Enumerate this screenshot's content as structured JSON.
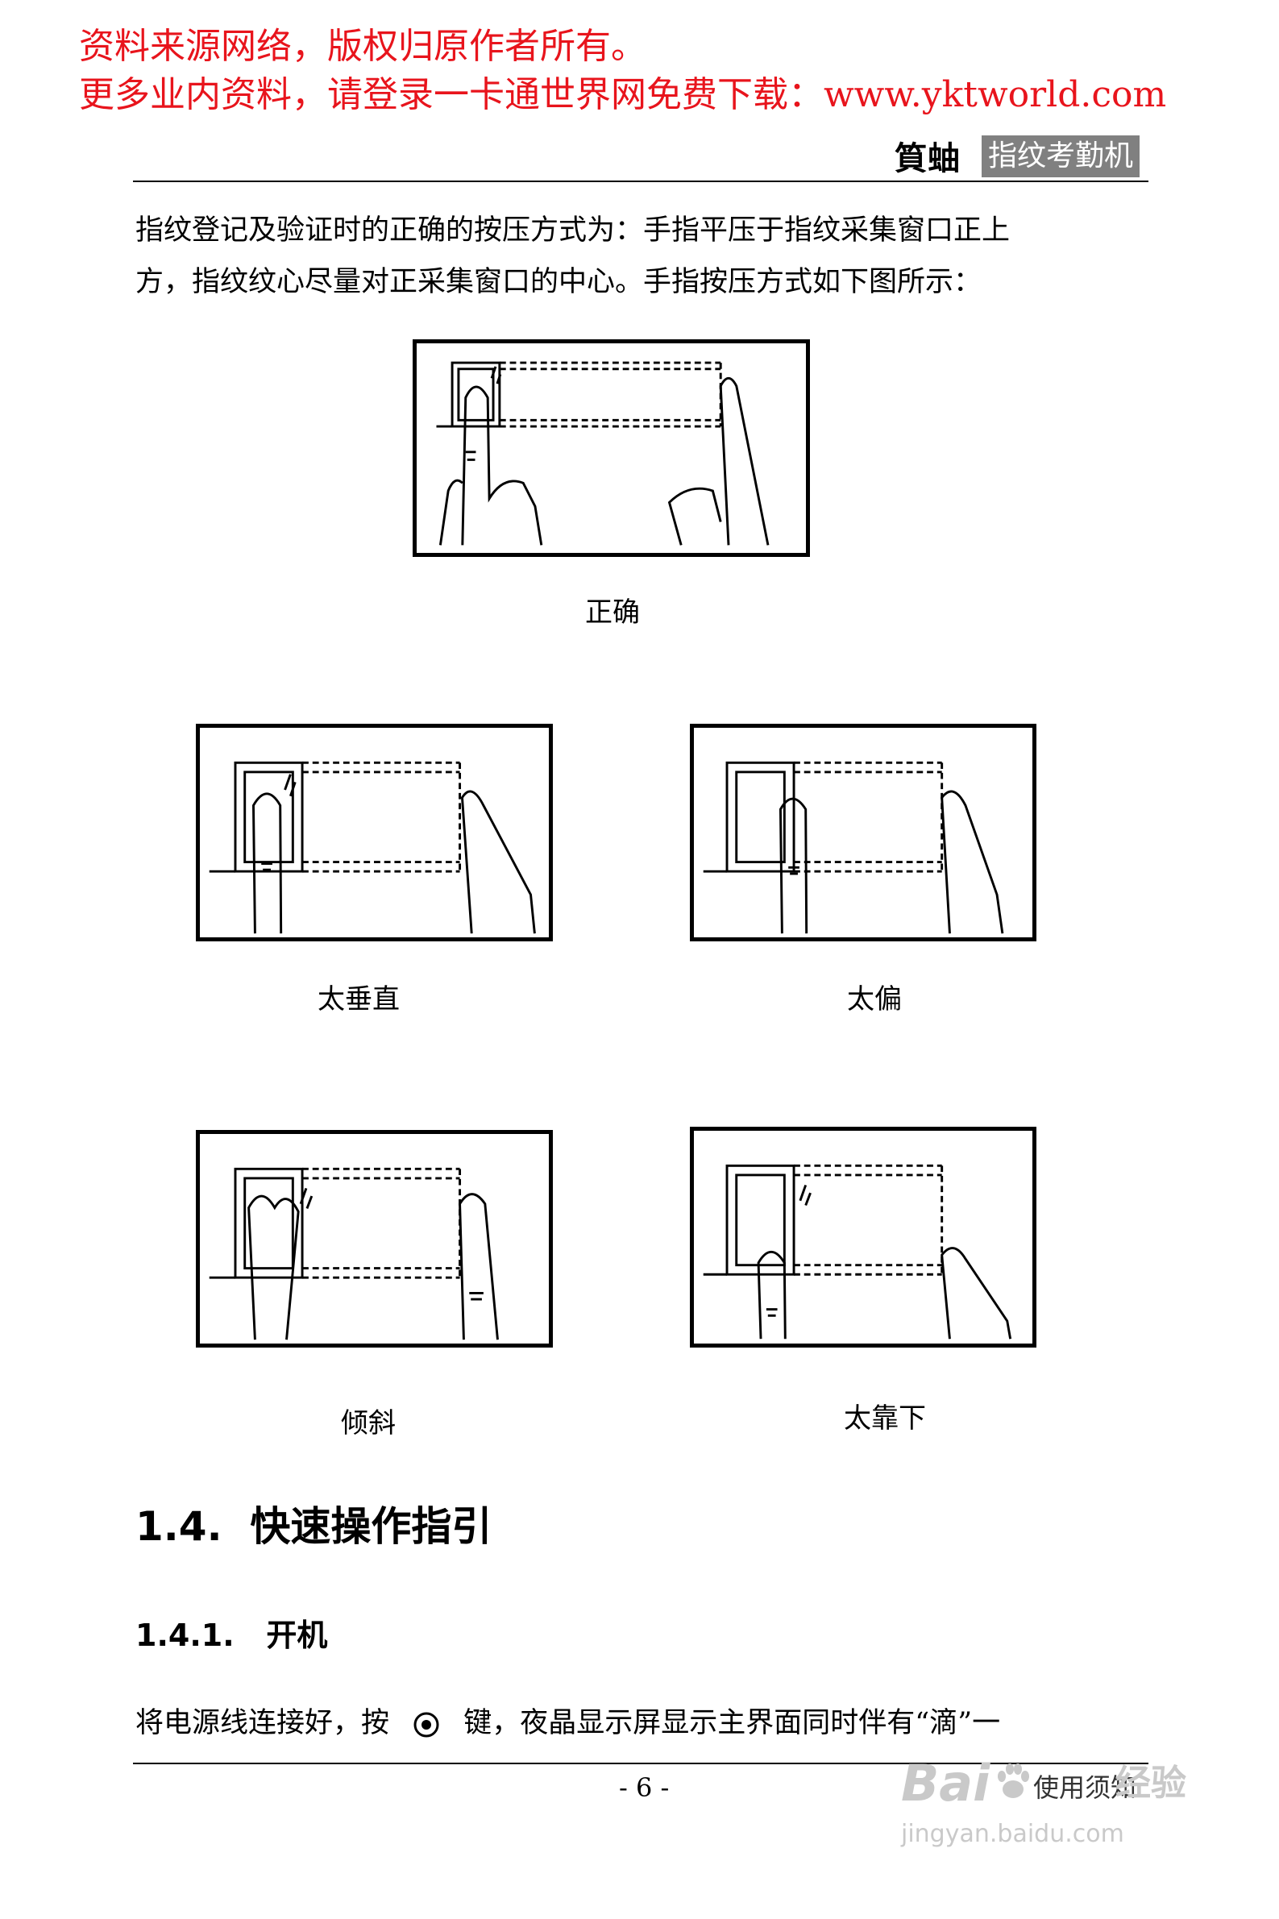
{
  "banner": {
    "line1": "资料来源网络，版权归原作者所有。",
    "line2": "更多业内资料，请登录一卡通世界网免费下载：www.yktworld.com"
  },
  "header": {
    "brand_logo": "筫蚰",
    "brand_tag": "指纹考勤机"
  },
  "intro": {
    "line1": "指纹登记及验证时的正确的按压方式为：手指平压于指纹采集窗口正上",
    "line2": "方，指纹纹心尽量对正采集窗口的中心。手指按压方式如下图所示："
  },
  "figures": {
    "correct": "正确",
    "too_vertical": "太垂直",
    "too_offset": "太偏",
    "tilted": "倾斜",
    "too_low": "太靠下"
  },
  "section": {
    "number": "1.4.",
    "title": "快速操作指引",
    "sub_number": "1.4.1.",
    "sub_title": "开机"
  },
  "body": {
    "before_key": "将电源线连接好，按",
    "after_key": "键，夜晶显示屏显示主界面同时伴有“滴”一",
    "key_icon": "power-key-icon"
  },
  "footer": {
    "page_number": "- 6 -",
    "section_label": "使用须知"
  },
  "watermark": {
    "brand": "Bai",
    "suffix": "经验",
    "url": "jingyan.baidu.com"
  }
}
